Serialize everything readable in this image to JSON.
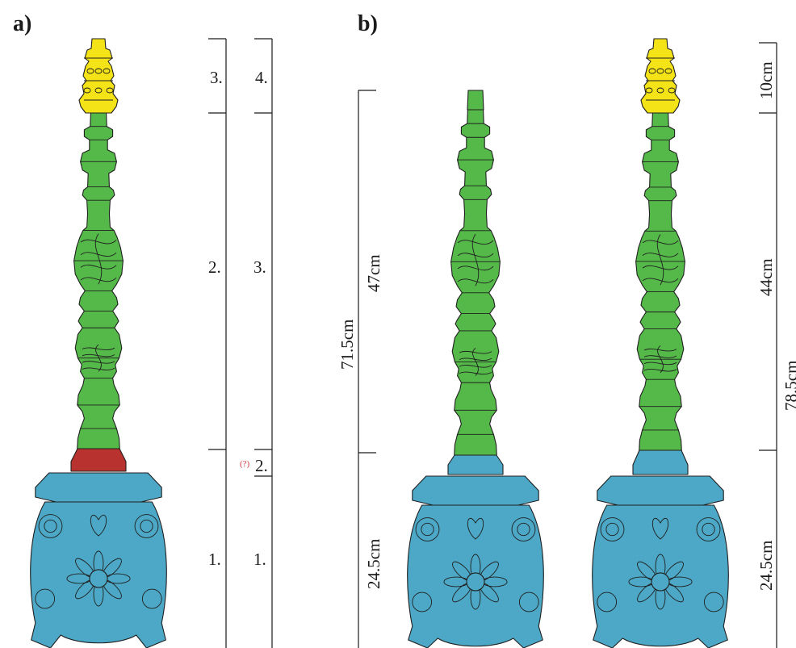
{
  "panels": {
    "a": {
      "label": "a)"
    },
    "b": {
      "label": "b)"
    }
  },
  "colors": {
    "top_segment": "#f4e317",
    "column": "#55b94a",
    "collar": "#b8322f",
    "base": "#4ca8c6",
    "outline": "#1f1f1f"
  },
  "panel_a": {
    "scale_left": {
      "labels": [
        "3.",
        "2.",
        "1."
      ]
    },
    "scale_right": {
      "labels": [
        "4.",
        "3.",
        "2.",
        "1."
      ],
      "uncertain_mark": "(?)"
    }
  },
  "panel_b": {
    "left_dims": {
      "total": "71.5cm",
      "upper": "47cm",
      "lower": "24.5cm"
    },
    "right_dims": {
      "top": "10cm",
      "middle": "44cm",
      "lower": "24.5cm",
      "total": "78.5cm"
    }
  }
}
